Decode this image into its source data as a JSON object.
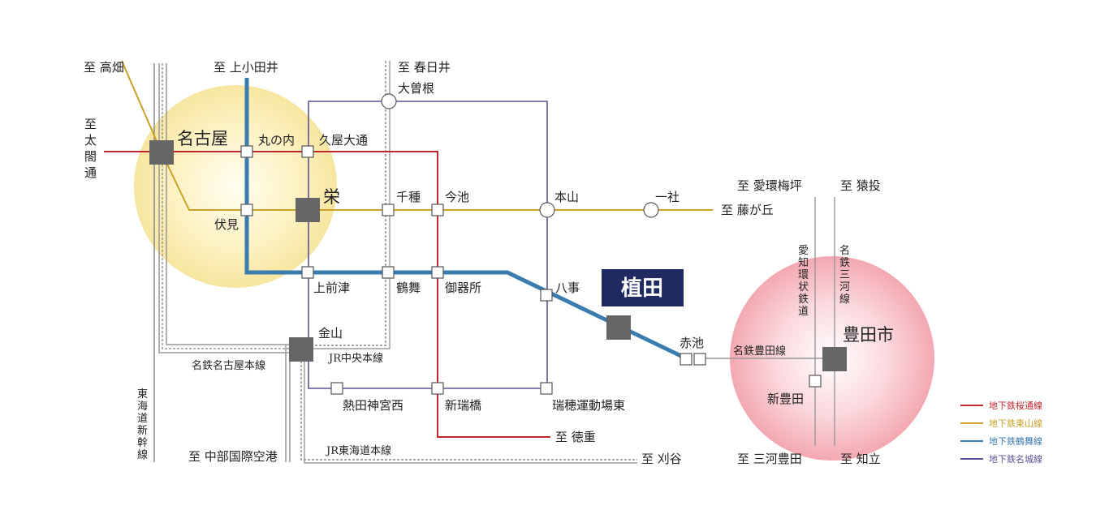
{
  "stations": {
    "nagoya": "名古屋",
    "marunouchi": "丸の内",
    "hisaya_odori": "久屋大通",
    "sakae": "栄",
    "fushimi": "伏見",
    "chikusa": "千種",
    "imaike": "今池",
    "motoyama": "本山",
    "issha": "一社",
    "ozone": "大曽根",
    "kamimaezu": "上前津",
    "tsurumai": "鶴舞",
    "gokiso": "御器所",
    "yagoto": "八事",
    "ueda": "植田",
    "akaike": "赤池",
    "kanayama": "金山",
    "atsuta_jingu_nishi": "熱田神宮西",
    "aratamabashi": "新瑞橋",
    "mizuho_undojo_higashi": "瑞穂運動場東",
    "toyotashi": "豊田市",
    "shin_toyota": "新豊田"
  },
  "destinations": {
    "takabata": "至 高畑",
    "taikodori": [
      "至",
      "太",
      "閤",
      "通"
    ],
    "kamiotai": "至 上小田井",
    "kasugai": "至 春日井",
    "fujigaoka": "至 藤が丘",
    "aikan_umetsubo": "至 愛環梅坪",
    "sanage": "至 猿投",
    "tokushige": "至 徳重",
    "chubu_airport": "至 中部国際空港",
    "kariya": "至 刈谷",
    "mikawa_toyota": "至 三河豊田",
    "chiryu": "至 知立"
  },
  "rail_lines": {
    "meitetsu_nagoya_honsen": "名鉄名古屋本線",
    "jr_chuo_honsen": "JR中央本線",
    "jr_tokaido_honsen": "JR東海道本線",
    "meitetsu_toyota_line": "名鉄豊田線",
    "tokaido_shinkansen": [
      "東",
      "海",
      "道",
      "新",
      "幹",
      "線"
    ],
    "aichi_kanjo": [
      "愛",
      "知",
      "環",
      "状",
      "鉄",
      "道"
    ],
    "meitetsu_mikawa": [
      "名",
      "鉄",
      "三",
      "河",
      "線"
    ]
  },
  "legend": [
    {
      "label": "地下鉄桜通線",
      "color": "#c0272d"
    },
    {
      "label": "地下鉄東山線",
      "color": "#c9a227"
    },
    {
      "label": "地下鉄鶴舞線",
      "color": "#3a7cb0"
    },
    {
      "label": "地下鉄名城線",
      "color": "#5b5296"
    }
  ],
  "colors": {
    "sakura_dori": "#c0272d",
    "higashiyama": "#c9a227",
    "tsurumai": "#3a7cb0",
    "meijo": "#5b5296",
    "major_station": "#666666",
    "ueda_badge": "#1f2a63",
    "jr_line": "#888888"
  }
}
